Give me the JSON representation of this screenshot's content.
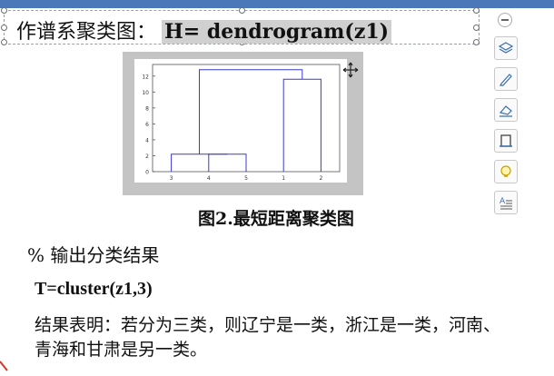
{
  "slide": {
    "title_prefix": "作谱系聚类图：",
    "title_code": "H= dendrogram(z1)",
    "caption": "图2.最短距离聚类图",
    "section": "% 输出分类结果",
    "code_line": "T=cluster(z1,3)",
    "result_text": "结果表明：若分为三类，则辽宁是一类，浙江是一类，河南、青海和甘肃是另一类。"
  },
  "toolbar": {
    "items": [
      {
        "icon": "collapse-icon"
      },
      {
        "icon": "layers-icon"
      },
      {
        "icon": "pen-icon"
      },
      {
        "icon": "eraser-icon"
      },
      {
        "icon": "crop-icon"
      },
      {
        "icon": "bulb-icon"
      },
      {
        "icon": "text-format-icon"
      }
    ]
  },
  "colors": {
    "dendrogram_line": "#3a3ad0",
    "figure_border": "#c4c4c4",
    "topbar": "#4a78b8"
  },
  "chart_data": {
    "type": "dendrogram",
    "leaf_labels": [
      "3",
      "4",
      "5",
      "1",
      "2"
    ],
    "y_ticks": [
      0,
      2,
      4,
      6,
      8,
      10,
      12
    ],
    "ylim": [
      0,
      13
    ],
    "merges": [
      {
        "left": "4",
        "right": "5",
        "height": 2.2
      },
      {
        "left": "3",
        "right": "4-5",
        "height": 2.2
      },
      {
        "left": "1",
        "right": "2",
        "height": 11.6
      },
      {
        "left": "3-4-5",
        "right": "1-2",
        "height": 12.8
      }
    ],
    "title": "",
    "xlabel": "",
    "ylabel": ""
  }
}
